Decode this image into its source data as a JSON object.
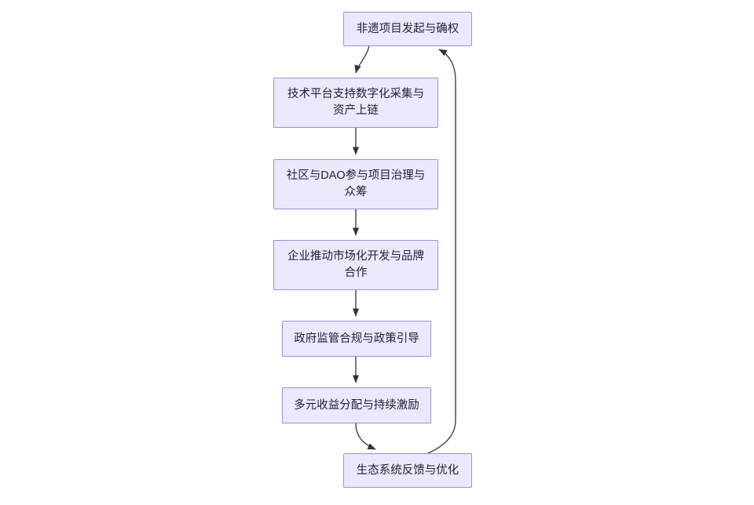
{
  "diagram": {
    "type": "flowchart",
    "direction": "top-to-bottom",
    "background_color": "#FFFFFF",
    "node_fill_color": "#ECE8FC",
    "node_border_color": "#9B8EDC",
    "node_text_color": "#1F2033",
    "edge_color": "#333333",
    "nodes": [
      {
        "id": "start",
        "label": "非遗项目发起与确权"
      },
      {
        "id": "tech",
        "label": "技术平台支持数字化采集与\n资产上链"
      },
      {
        "id": "dao",
        "label": "社区与DAO参与项目治理与\n众筹"
      },
      {
        "id": "market",
        "label": "企业推动市场化开发与品牌\n合作"
      },
      {
        "id": "gov",
        "label": "政府监管合规与政策引导"
      },
      {
        "id": "profit",
        "label": "多元收益分配与持续激励"
      },
      {
        "id": "eco",
        "label": "生态系统反馈与优化"
      }
    ],
    "edges": [
      {
        "from": "start",
        "to": "tech",
        "style": "curved",
        "label": ""
      },
      {
        "from": "tech",
        "to": "dao",
        "style": "straight",
        "label": ""
      },
      {
        "from": "dao",
        "to": "market",
        "style": "straight",
        "label": ""
      },
      {
        "from": "market",
        "to": "gov",
        "style": "straight",
        "label": ""
      },
      {
        "from": "gov",
        "to": "profit",
        "style": "straight",
        "label": ""
      },
      {
        "from": "profit",
        "to": "eco",
        "style": "curved",
        "label": ""
      },
      {
        "from": "eco",
        "to": "start",
        "style": "feedback-loop",
        "label": ""
      }
    ]
  }
}
